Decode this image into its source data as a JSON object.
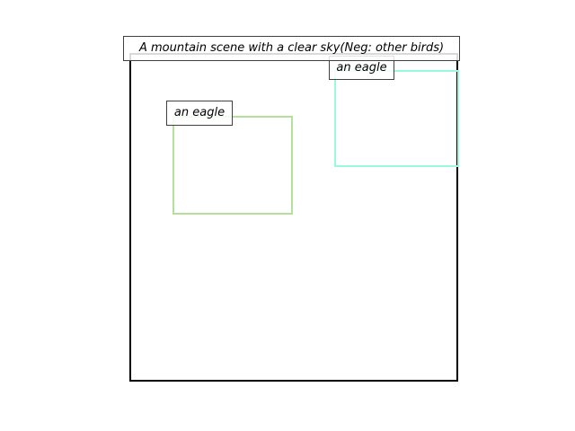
{
  "caption": {
    "text": "A mountain scene with a clear sky(Neg: other birds)"
  },
  "boxes": [
    {
      "label": "an eagle",
      "color": "#b5e09a"
    },
    {
      "label": "an eagle",
      "color": "#99fadf"
    }
  ],
  "frame_color": "#000000"
}
